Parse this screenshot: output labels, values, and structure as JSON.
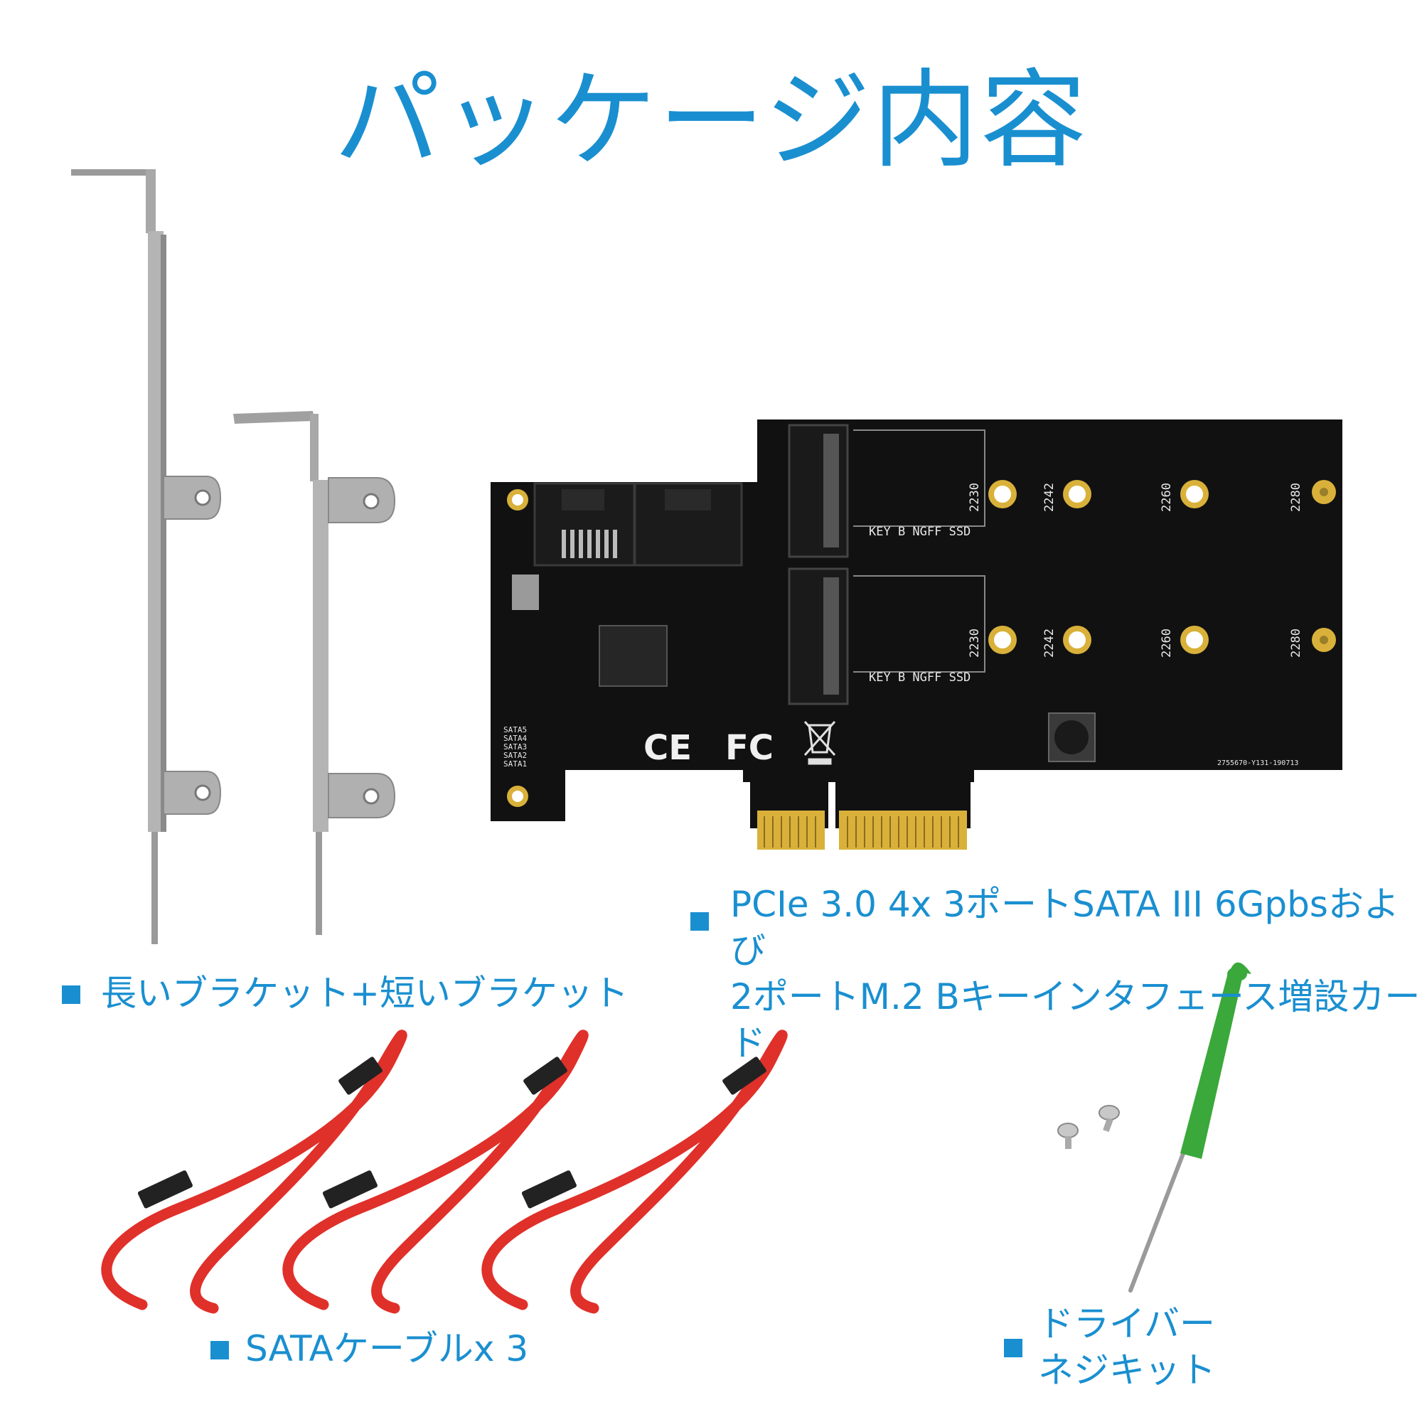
{
  "title": "パッケージ内容",
  "colors": {
    "accent": "#1a8fd0",
    "pcb": "#111111",
    "gold": "#d9b13a",
    "cable": "#e0302a",
    "screwdriver": "#3aa83a"
  },
  "items": {
    "card": {
      "line1": "PCIe 3.0 4x 3ポートSATA III 6Gpbsおよび",
      "line2": "2ポートM.2 Bキーインタフェース増設カード"
    },
    "brackets": {
      "label": "長いブラケット+短いブラケット"
    },
    "cables": {
      "label": "SATAケーブルx 3"
    },
    "driver": {
      "line1": "ドライバー",
      "line2": "ネジキット"
    }
  },
  "silkscreen": {
    "key_label": "KEY B NGFF SSD",
    "lengths": [
      "2230",
      "2242",
      "2260",
      "2280"
    ],
    "sata_ports": [
      "SATA5",
      "SATA4",
      "SATA3",
      "SATA2",
      "SATA1"
    ],
    "ce": "CE",
    "fc": "FC",
    "serial": "2755670-Y131-190713"
  }
}
